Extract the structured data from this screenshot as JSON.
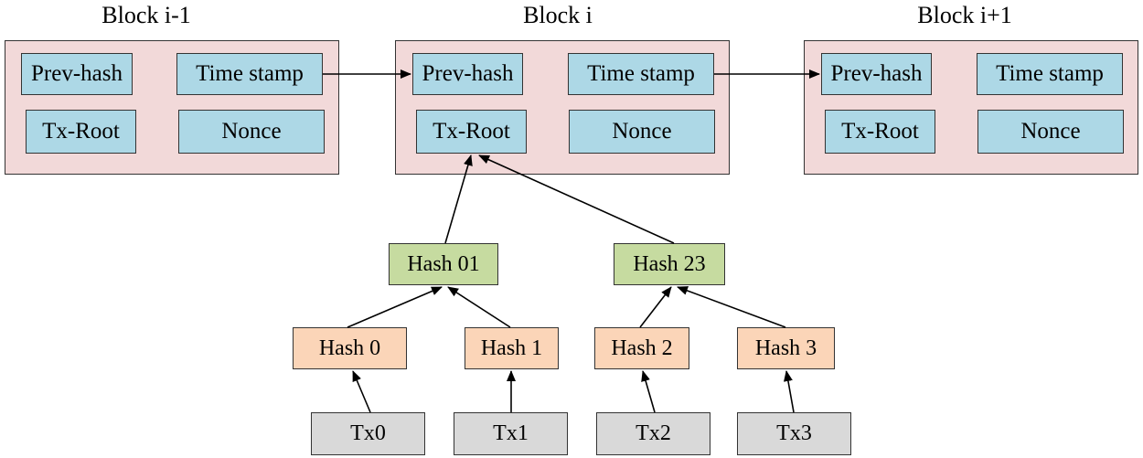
{
  "blocks": [
    {
      "title": "Block i-1",
      "prev_hash": "Prev-hash",
      "time_stamp": "Time stamp",
      "tx_root": "Tx-Root",
      "nonce": "Nonce"
    },
    {
      "title": "Block i",
      "prev_hash": "Prev-hash",
      "time_stamp": "Time stamp",
      "tx_root": "Tx-Root",
      "nonce": "Nonce"
    },
    {
      "title": "Block i+1",
      "prev_hash": "Prev-hash",
      "time_stamp": "Time stamp",
      "tx_root": "Tx-Root",
      "nonce": "Nonce"
    }
  ],
  "merkle": {
    "level2": [
      "Hash 01",
      "Hash 23"
    ],
    "level1": [
      "Hash 0",
      "Hash 1",
      "Hash 2",
      "Hash 3"
    ],
    "transactions": [
      "Tx0",
      "Tx1",
      "Tx2",
      "Tx3"
    ]
  },
  "colors": {
    "block_bg": "#f2d9d9",
    "field_bg": "#add8e6",
    "hash_level2_bg": "#c6dba0",
    "hash_level1_bg": "#fbd5b8",
    "tx_bg": "#d9d9d9"
  }
}
